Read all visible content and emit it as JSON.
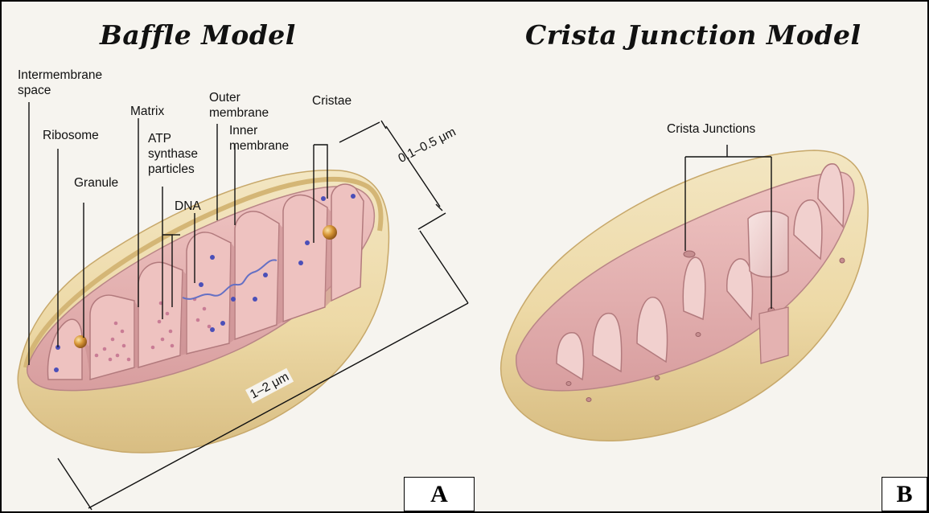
{
  "panels": {
    "a": {
      "title": "Baffle Model",
      "letter": "A",
      "labels": {
        "intermembrane_space": [
          "Intermembrane",
          "space"
        ],
        "matrix": [
          "Matrix"
        ],
        "outer_membrane": [
          "Outer",
          "membrane"
        ],
        "cristae": [
          "Cristae"
        ],
        "ribosome": [
          "Ribosome"
        ],
        "atp_synthase": [
          "ATP",
          "synthase",
          "particles"
        ],
        "inner_membrane": [
          "Inner",
          "membrane"
        ],
        "granule": [
          "Granule"
        ],
        "dna": [
          "DNA"
        ],
        "width_dimension": "0.1–0.5 μm",
        "length_dimension": "1–2 μm"
      }
    },
    "b": {
      "title": "Crista Junction Model",
      "letter": "B",
      "labels": {
        "crista_junctions": "Crista Junctions"
      }
    }
  },
  "colors": {
    "background": "#f6f4ef",
    "outer_membrane": "#efdcaa",
    "outer_membrane_shade": "#d9bf80",
    "inner_membrane": "#e7b7b5",
    "inner_membrane_dark": "#b97c80",
    "matrix_dots": "#c97c95",
    "ribosome": "#4b4fb8",
    "granule": "#cf8a2e",
    "dna": "#6570c4"
  }
}
